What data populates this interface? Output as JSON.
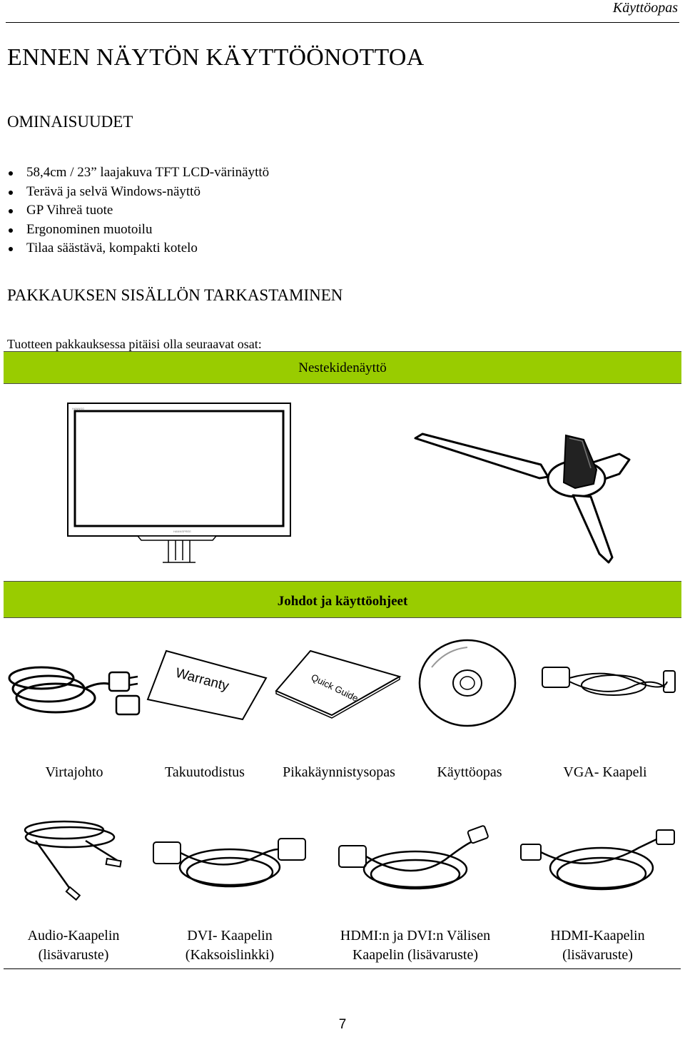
{
  "header": {
    "manual_label": "Käyttöopas"
  },
  "title": "ENNEN NÄYTÖN KÄYTTÖÖNOTTOA",
  "features": {
    "heading": "OMINAISUUDET",
    "items": [
      "58,4cm / 23” laajakuva TFT LCD-värinäyttö",
      "Terävä ja selvä Windows-näyttö",
      "GP Vihreä tuote",
      "Ergonominen muotoilu",
      "Tilaa säästävä, kompakti kotelo"
    ]
  },
  "package": {
    "heading": "PAKKAUKSEN SISÄLLÖN TARKASTAMINEN",
    "intro": "Tuotteen pakkauksessa pitäisi olla seuraavat osat:",
    "monitor_bar": "Nestekidenäyttö",
    "cables_bar": "Johdot ja käyttöohjeet",
    "row1": [
      "Virtajohto",
      "Takuutodistus",
      "Pikakäynnistysopas",
      "Käyttöopas",
      "VGA- Kaapeli"
    ],
    "row2": [
      {
        "line1": "Audio-Kaapelin",
        "line2": "(lisävaruste)"
      },
      {
        "line1": "DVI- Kaapelin",
        "line2": "(Kaksoislinkki)"
      },
      {
        "line1": "HDMI:n ja DVI:n Välisen",
        "line2": "Kaapelin (lisävaruste)"
      },
      {
        "line1": "HDMI-Kaapelin",
        "line2": "(lisävaruste)"
      }
    ],
    "warranty_card_text": "Warranty",
    "quick_guide_text": "Quick Guide"
  },
  "page_number": "7",
  "colors": {
    "section_bar": "#99cc00"
  }
}
